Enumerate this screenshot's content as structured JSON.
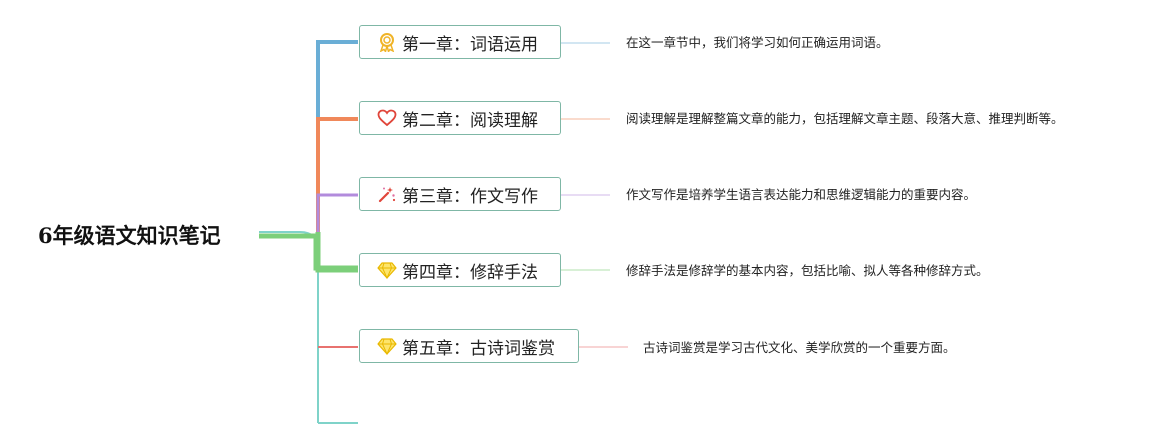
{
  "root": {
    "title": "6年级语文知识笔记"
  },
  "chapters": [
    {
      "title": "第一章：词语运用",
      "icon": "award-ribbon-icon",
      "color": "#6aaed6",
      "description": "在这一章节中，我们将学习如何正确运用词语。"
    },
    {
      "title": "第二章：阅读理解",
      "icon": "heart-icon",
      "color": "#f0885a",
      "description": "阅读理解是理解整篇文章的能力，包括理解文章主题、段落大意、推理判断等。"
    },
    {
      "title": "第三章：作文写作",
      "icon": "magic-wand-icon",
      "color": "#b28bdc",
      "description": "作文写作是培养学生语言表达能力和思维逻辑能力的重要内容。"
    },
    {
      "title": "第四章：修辞手法",
      "icon": "diamond-icon",
      "color": "#7ccf7a",
      "description": "修辞手法是修辞学的基本内容，包括比喻、拟人等各种修辞方式。"
    },
    {
      "title": "第五章：古诗词鉴赏",
      "icon": "diamond-icon",
      "color": "#e8726f",
      "description": "古诗词鉴赏是学习古代文化、美学欣赏的一个重要方面。"
    }
  ],
  "colors": {
    "trunk": "#7fd3c9",
    "root_link": "#7ccf7a",
    "node_border": "#7fb7a6"
  }
}
